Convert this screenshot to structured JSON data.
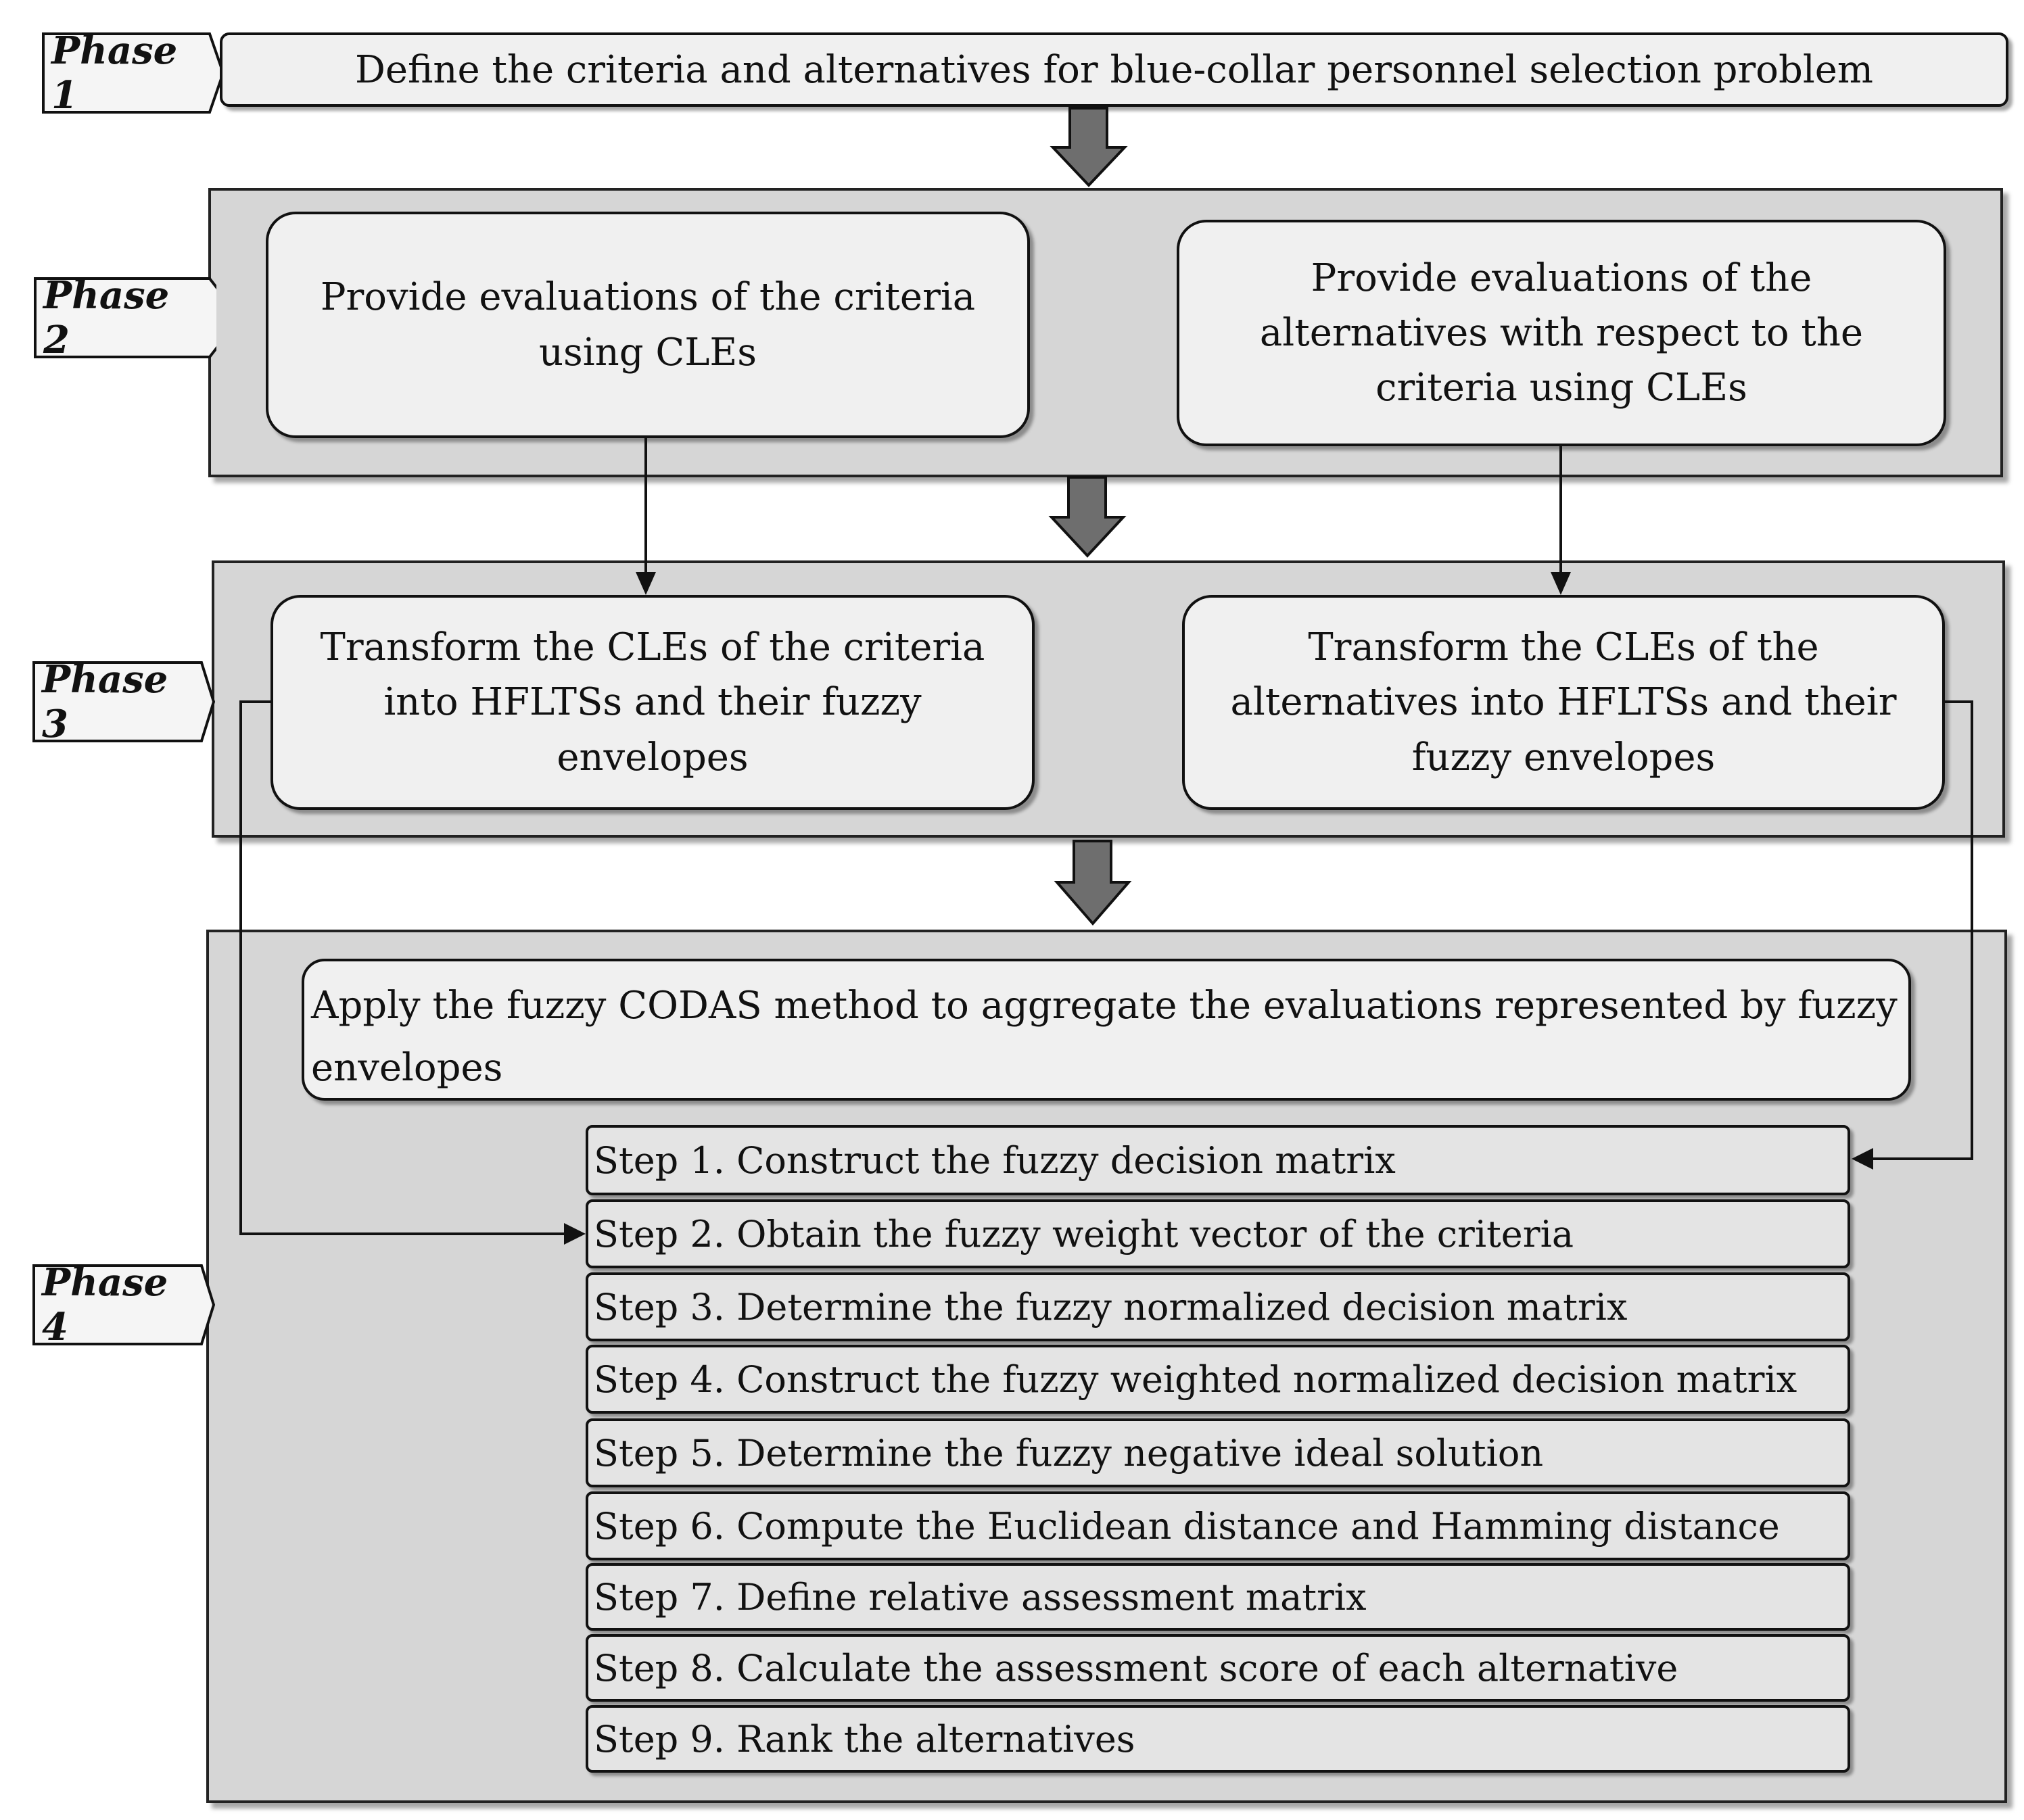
{
  "phases": {
    "p1": "Phase 1",
    "p2": "Phase 2",
    "p3": "Phase 3",
    "p4": "Phase 4"
  },
  "phase1": {
    "text": "Define the criteria and alternatives for blue-collar personnel selection problem"
  },
  "phase2": {
    "criteria_eval": "Provide evaluations of the criteria using CLEs",
    "alternatives_eval": "Provide evaluations of the alternatives with respect to the criteria using CLEs"
  },
  "phase3": {
    "criteria_transform": "Transform the CLEs of the criteria into HFLTSs and their fuzzy envelopes",
    "alternatives_transform": "Transform the CLEs of the alternatives into HFLTSs and their fuzzy envelopes"
  },
  "phase4": {
    "codas": "Apply the fuzzy CODAS method to aggregate the evaluations represented by fuzzy envelopes",
    "steps": [
      "Step 1. Construct the fuzzy decision matrix",
      "Step 2. Obtain the fuzzy weight vector of the criteria",
      "Step 3. Determine the fuzzy normalized decision matrix",
      "Step 4. Construct the fuzzy weighted normalized decision matrix",
      "Step 5. Determine the fuzzy negative ideal solution",
      "Step 6. Compute the Euclidean distance and Hamming distance",
      "Step 7. Define relative assessment matrix",
      "Step 8. Calculate the assessment score of each alternative",
      "Step 9. Rank the alternatives"
    ]
  },
  "colors": {
    "phase_fill": "#d6d6d6",
    "box_fill": "#f0f0f0",
    "step_fill": "#e4e4e4",
    "arrow_fill": "#6e6e6e",
    "line": "#111111"
  }
}
